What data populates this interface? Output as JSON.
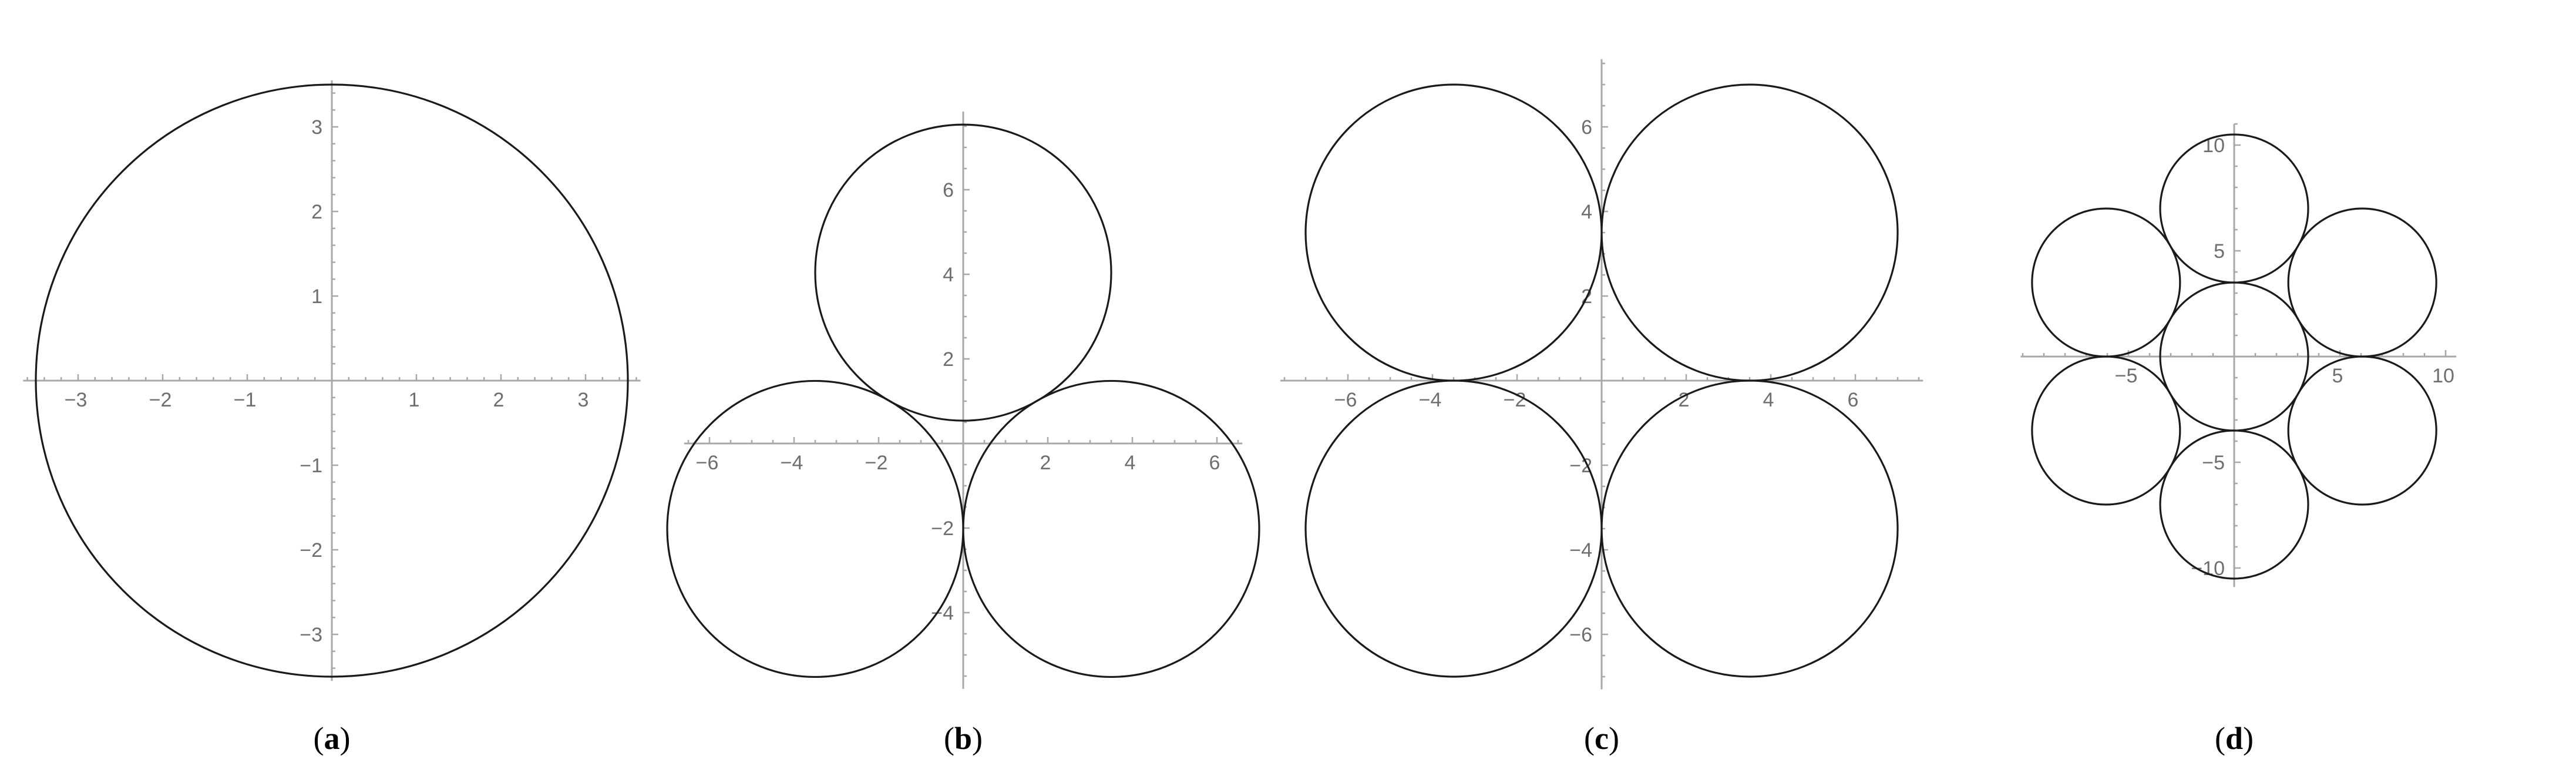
{
  "panels": [
    {
      "id": "a",
      "caption": {
        "open": "(",
        "letter": "a",
        "close": ")"
      },
      "x_ticks": [
        -3,
        -2,
        -1,
        1,
        2,
        3
      ],
      "y_ticks": [
        -3,
        -2,
        -1,
        1,
        2,
        3
      ],
      "x_tick_labels": [
        "−3",
        "−2",
        "−1",
        "1",
        "2",
        "3"
      ],
      "y_tick_labels": [
        "−3",
        "−2",
        "−1",
        "1",
        "2",
        "3"
      ],
      "circles": [
        {
          "cx": 0,
          "cy": 0,
          "r": 3.5
        }
      ]
    },
    {
      "id": "b",
      "caption": {
        "open": "(",
        "letter": "b",
        "close": ")"
      },
      "x_ticks": [
        -6,
        -4,
        -2,
        2,
        4,
        6
      ],
      "y_ticks": [
        -4,
        -2,
        2,
        4,
        6
      ],
      "x_tick_labels": [
        "−6",
        "−4",
        "−2",
        "2",
        "4",
        "6"
      ],
      "y_tick_labels": [
        "−4",
        "−2",
        "2",
        "4",
        "6"
      ],
      "circles": [
        {
          "cx": 0,
          "cy": 4.04,
          "r": 3.5
        },
        {
          "cx": -3.5,
          "cy": -2.02,
          "r": 3.5
        },
        {
          "cx": 3.5,
          "cy": -2.02,
          "r": 3.5
        }
      ]
    },
    {
      "id": "c",
      "caption": {
        "open": "(",
        "letter": "c",
        "close": ")"
      },
      "x_ticks": [
        -6,
        -4,
        -2,
        2,
        4,
        6
      ],
      "y_ticks": [
        -6,
        -4,
        -2,
        2,
        4,
        6
      ],
      "x_tick_labels": [
        "−6",
        "−4",
        "−2",
        "2",
        "4",
        "6"
      ],
      "y_tick_labels": [
        "−6",
        "−4",
        "−2",
        "2",
        "4",
        "6"
      ],
      "circles": [
        {
          "cx": -3.5,
          "cy": 3.5,
          "r": 3.5
        },
        {
          "cx": 3.5,
          "cy": 3.5,
          "r": 3.5
        },
        {
          "cx": -3.5,
          "cy": -3.5,
          "r": 3.5
        },
        {
          "cx": 3.5,
          "cy": -3.5,
          "r": 3.5
        }
      ]
    },
    {
      "id": "d",
      "caption": {
        "open": "(",
        "letter": "d",
        "close": ")"
      },
      "x_ticks": [
        -5,
        5,
        10
      ],
      "y_ticks": [
        -10,
        -5,
        5,
        10
      ],
      "x_tick_labels": [
        "−5",
        "5",
        "10"
      ],
      "y_tick_labels": [
        "−10",
        "−5",
        "5",
        "10"
      ],
      "circles": [
        {
          "cx": 0,
          "cy": 0,
          "r": 3.5
        },
        {
          "cx": 0,
          "cy": 7,
          "r": 3.5
        },
        {
          "cx": 0,
          "cy": -7,
          "r": 3.5
        },
        {
          "cx": 6.06,
          "cy": 3.5,
          "r": 3.5
        },
        {
          "cx": -6.06,
          "cy": 3.5,
          "r": 3.5
        },
        {
          "cx": 6.06,
          "cy": -3.5,
          "r": 3.5
        },
        {
          "cx": -6.06,
          "cy": -3.5,
          "r": 3.5
        }
      ]
    }
  ]
}
